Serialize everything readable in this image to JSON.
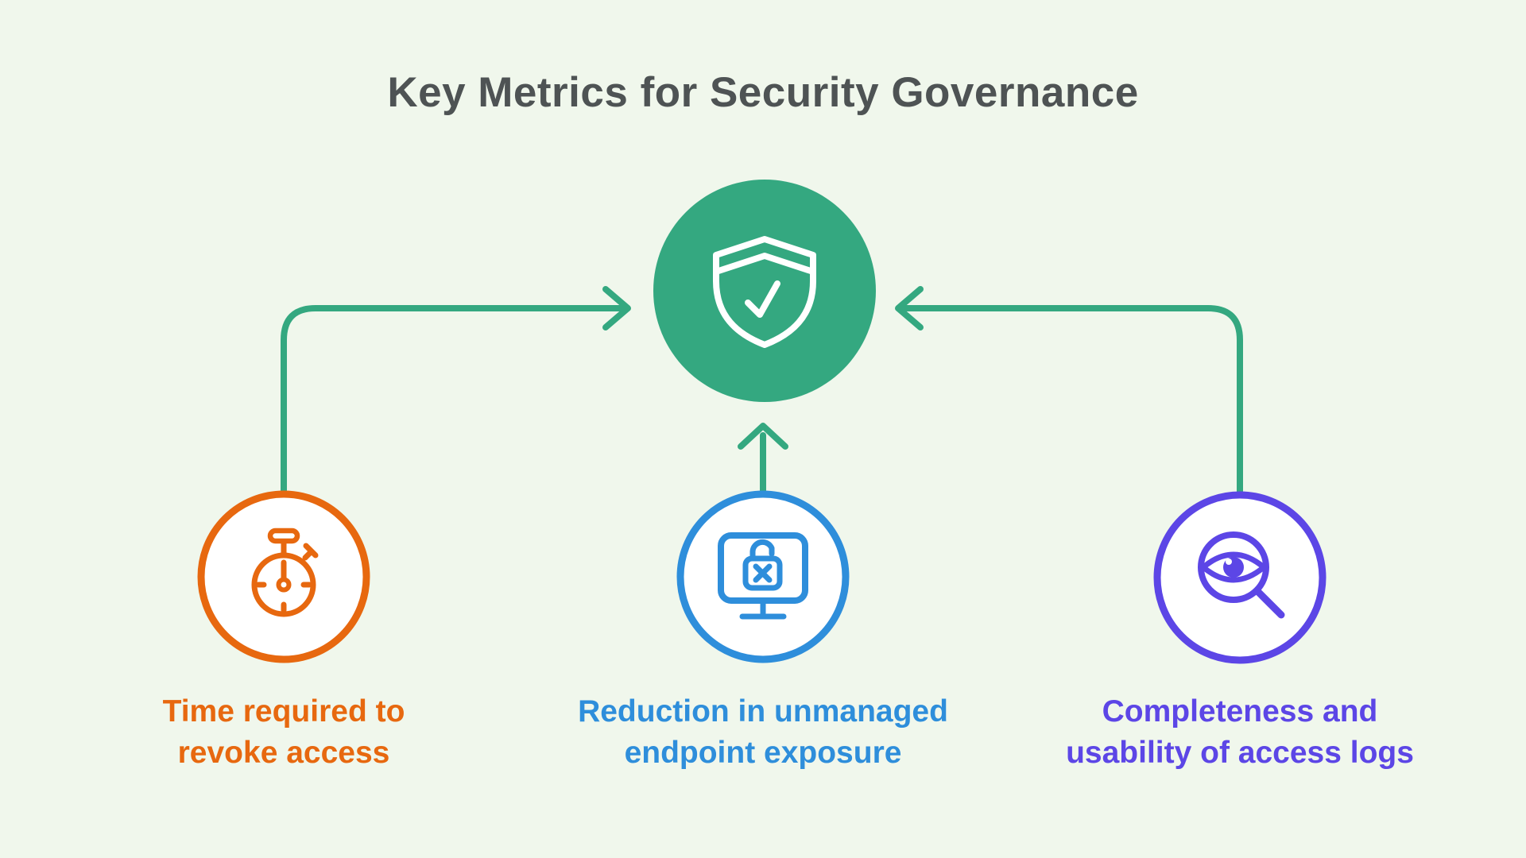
{
  "title": "Key Metrics for Security Governance",
  "colors": {
    "background": "#f0f7ec",
    "green": "#34a880",
    "white": "#ffffff",
    "orange": "#e7680f",
    "blue": "#2e8edb",
    "purple": "#5c46e6",
    "title_text": "#4e5354"
  },
  "center_node": {
    "icon": "shield-check-icon"
  },
  "nodes": [
    {
      "id": "revoke-time",
      "icon": "stopwatch-icon",
      "color": "#e7680f",
      "lines": [
        "Time required to",
        "revoke access"
      ]
    },
    {
      "id": "endpoint-exposure",
      "icon": "monitor-lock-icon",
      "color": "#2e8edb",
      "lines": [
        "Reduction in unmanaged",
        "endpoint exposure"
      ]
    },
    {
      "id": "access-logs",
      "icon": "eye-magnifier-icon",
      "color": "#5c46e6",
      "lines": [
        "Completeness and",
        "usability of access logs"
      ]
    }
  ]
}
